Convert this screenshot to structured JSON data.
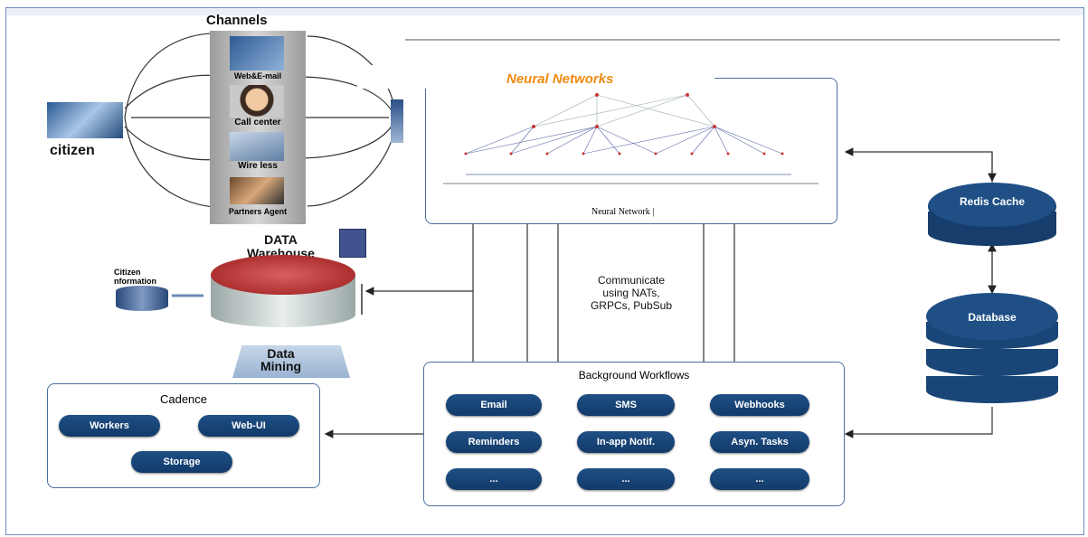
{
  "left_panel": {
    "channels_title": "Channels",
    "channels": [
      "Web&E-mail",
      "Call center",
      "Wire less",
      "Partners Agent"
    ],
    "citizen_label": "citizen",
    "data_warehouse_title": "DATA\nWarehouse",
    "citizen_information_label": "Citizen\nnformation",
    "data_mining_label": "Data\nMining"
  },
  "neural_networks": {
    "title": "Neural Networks",
    "caption": "Neural Network |"
  },
  "communicate_label": "Communicate\nusing NATs,\nGRPCs, PubSub",
  "background_workflows": {
    "title": "Background Workflows",
    "items": [
      "Email",
      "SMS",
      "Webhooks",
      "Reminders",
      "In-app Notif.",
      "Asyn. Tasks",
      "...",
      "...",
      "..."
    ]
  },
  "cadence": {
    "title": "Cadence",
    "items": [
      "Workers",
      "Web-UI",
      "Storage"
    ]
  },
  "redis_cache_label": "Redis Cache",
  "database_label": "Database",
  "colors": {
    "accent_orange": "#f08a12",
    "pill_blue": "#1a4a80",
    "box_border": "#4a6f9c"
  }
}
